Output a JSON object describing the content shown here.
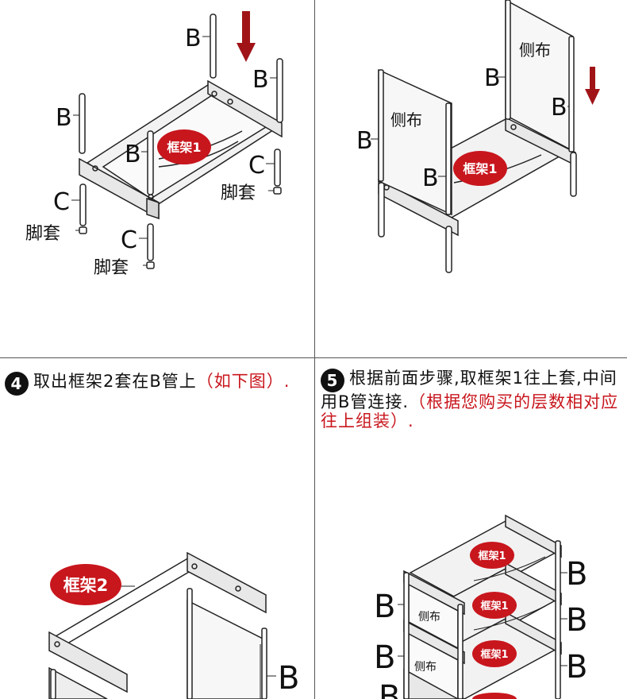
{
  "labels": {
    "pole_b": "B",
    "foot_c": "C",
    "foot_cover": "脚套",
    "side_cloth": "侧布",
    "frame_1": "框架1",
    "frame_2": "框架2"
  },
  "steps": [
    {
      "number": "4",
      "text_black": "取出框架2套在B管上",
      "text_red": "（如下图）."
    },
    {
      "number": "5",
      "text_black": "根据前面步骤,取框架1往上套,中间用B管连接.",
      "text_red": "（根据您购买的层数相对应往上组装）."
    }
  ],
  "colors": {
    "badge_red": "#c8161d",
    "arrow_red": "#a01418",
    "line": "#222222",
    "text_red": "#c8161d"
  }
}
